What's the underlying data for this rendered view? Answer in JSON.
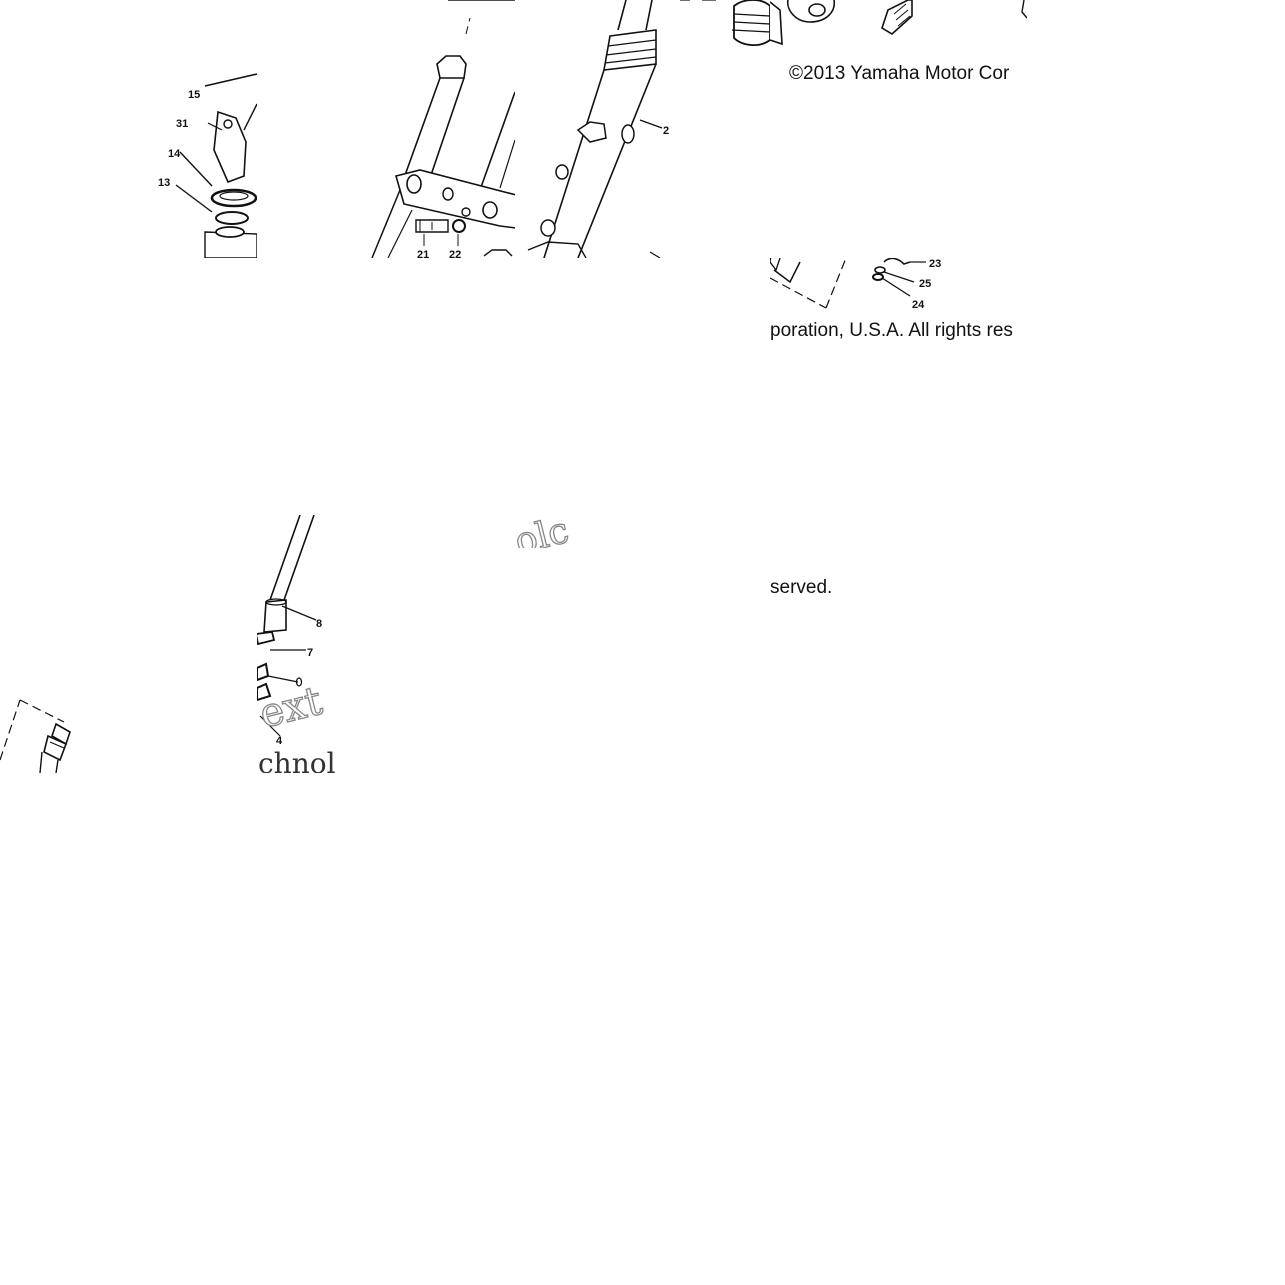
{
  "copyright": {
    "line1": "©2013 Yamaha Motor Cor",
    "line2": "poration, U.S.A. All rights res",
    "line3": "served."
  },
  "watermark": {
    "fragment_a": "olc",
    "fragment_b": "ext",
    "fragment_c": "chnol"
  },
  "callouts": {
    "n15": "15",
    "n31": "31",
    "n14": "14",
    "n13": "13",
    "n2": "2",
    "n21": "21",
    "n22": "22",
    "n23": "23",
    "n25": "25",
    "n24": "24",
    "n8": "8",
    "n7": "7",
    "n4": "4"
  }
}
